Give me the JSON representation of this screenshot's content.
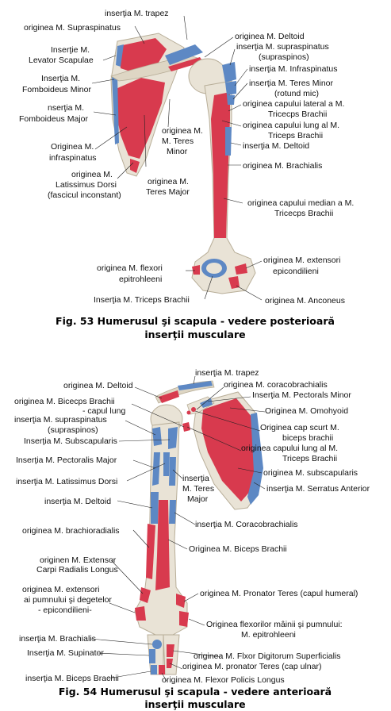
{
  "figure1": {
    "caption_line1": "Fig. 53  Humerusul şi scapula - vedere posterioară",
    "caption_line2": "inserţii musculare",
    "labels": [
      "inserţia M. trapez",
      "originea M. Supraspinatus",
      "Inserţie M.",
      "Levator Scapulae",
      "Inserţia M.",
      "Fomboideus Minor",
      "nserţia M.",
      "Fomboideus Major",
      "Originea M.",
      "infraspinatus",
      "originea M.",
      "M. Teres",
      "Minor",
      "originea M.",
      "Latissimus Dorsi",
      "(fascicul inconstant)",
      "originea M.",
      "Teres Major",
      "originea M. Deltoid",
      "inserţia M. supraspinatus",
      "(supraspinos)",
      "inserţia M. Infraspinatus",
      "inserţia M. Teres Minor",
      "(rotund mic)",
      "originea capului lateral a M.",
      "Tricecps Brachii",
      "originea capului lung al M.",
      "Triceps Brachii",
      "inserţia M. Deltoid",
      "originea M. Brachialis",
      "originea capului median a M.",
      "Tricecps Brachii",
      "originea M. flexori",
      "epitrohleeni",
      "originea M. extensori",
      "epicondilieni",
      "Inserţia M. Triceps Brachii",
      "originea M. Anconeus"
    ]
  },
  "figure2": {
    "caption_line1": "Fig. 54  Humerusul şi scapula - vedere anterioară",
    "caption_line2": "inserţii musculare",
    "labels": [
      "inserţia M. trapez",
      "originea M. Deltoid",
      "originea M. coracobrachialis",
      "Inserţia M. Pectorals Minor",
      "originea M. Bicecps Brachii",
      "- capul lung",
      "Originea M. Omohyoid",
      "inserţia M. supraspinatus",
      "(supraspinos)",
      "Originea cap scurt M.",
      "biceps brachii",
      "Inserţia M. Subscapularis",
      "originea capului lung al M.",
      "Triceps Brachii",
      "Inserţia M. Pectoralis Major",
      "originea M. subscapularis",
      "inserţia M. Latissimus Dorsi",
      "inserţia",
      "M. Teres",
      "Major",
      "inserţia M. Serratus Anterior",
      "inserţia M. Deltoid",
      "inserţia M. Coracobrachialis",
      "originea M. brachioradialis",
      "Originea M. Biceps Brachii",
      "originen M. Extensor",
      "Carpi Radialis Longus",
      "originea M. extensori",
      "ai pumnului şi degetelor",
      "- epicondilieni-",
      "originea M. Pronator Teres (capul humeral)",
      "Originea flexorilor mâinii şi pumnului:",
      "M. epitrohleeni",
      "inserţia M. Brachialis",
      "Inserţia M. Supinator",
      "originea M. Flxor Digitorum Superficialis",
      "originea M. pronator Teres (cap ulnar)",
      "inserţia M. Biceps Brachii",
      "originea M. Flexor Policis Longus"
    ]
  },
  "colors": {
    "bone": "#e9e3d6",
    "bone_shade": "#cfc6b3",
    "origin": "#d83a4e",
    "insertion": "#5d88c4",
    "leader": "#222222"
  }
}
